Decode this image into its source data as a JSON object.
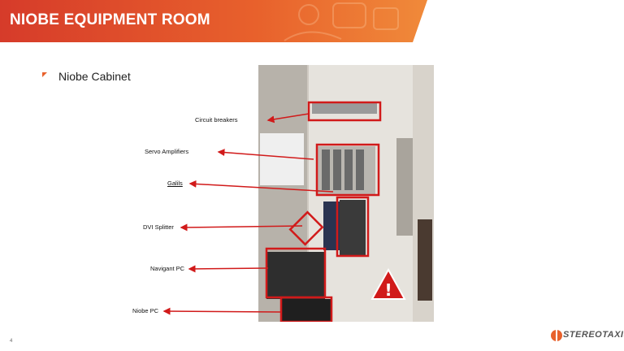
{
  "header": {
    "title": "NIOBE EQUIPMENT ROOM"
  },
  "bullet": {
    "text": "Niobe Cabinet"
  },
  "labels": {
    "circuit_breakers": "Circuit breakers",
    "servo_amplifiers": "Servo Amplifiers",
    "galils": "Galils",
    "dvi_splitter": "DVI Splitter",
    "navigant_pc": "Navigant PC",
    "niobe_pc": "Niobe PC"
  },
  "footer": {
    "page_number": "4",
    "logo_text": "STEREOTAXIS"
  },
  "colors": {
    "accent_orange": "#e8612c",
    "header_red": "#d9412b",
    "callout_red": "#d11a1a"
  }
}
